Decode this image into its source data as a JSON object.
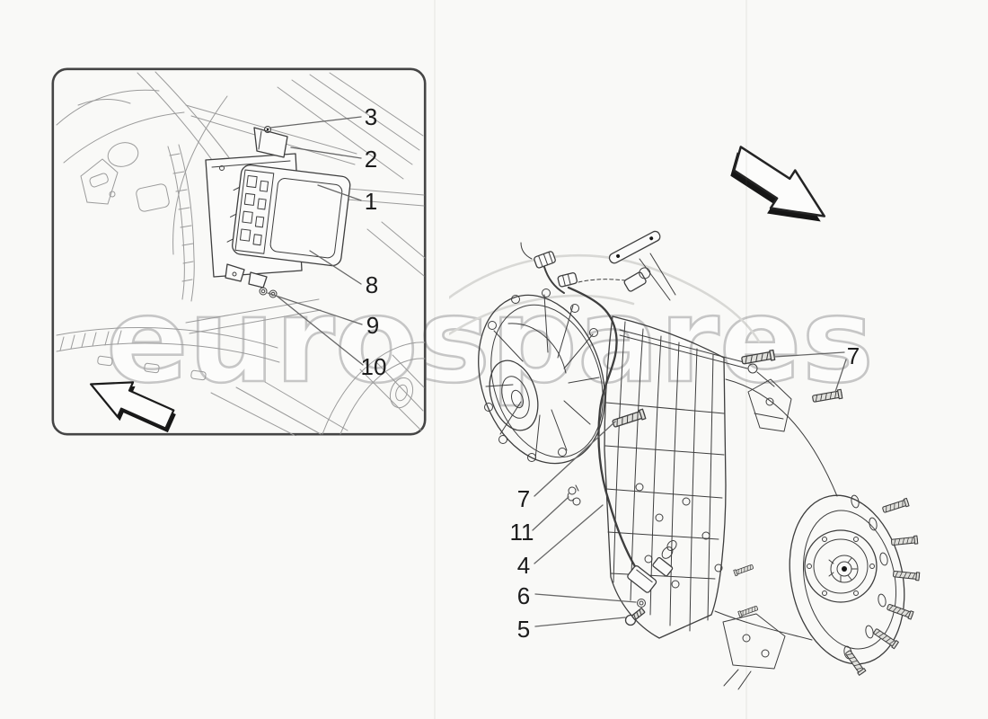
{
  "page": {
    "paper_color": "#f9f9f7",
    "ink_color": "#3e3e3e",
    "leader_color": "#676767",
    "callout_color": "#1c1c1c"
  },
  "watermark": {
    "text": "eurospares",
    "outline_color": "#c6c6c6"
  },
  "inset": {
    "arrow_icon": "arrow-up-left",
    "callouts": [
      {
        "label": "3"
      },
      {
        "label": "2"
      },
      {
        "label": "1"
      },
      {
        "label": "8"
      },
      {
        "label": "9"
      },
      {
        "label": "10"
      }
    ]
  },
  "gearbox": {
    "arrow_icon": "arrow-down-right",
    "callouts": [
      {
        "label": "7"
      },
      {
        "label": "7"
      },
      {
        "label": "11"
      },
      {
        "label": "4"
      },
      {
        "label": "6"
      },
      {
        "label": "5"
      }
    ]
  }
}
